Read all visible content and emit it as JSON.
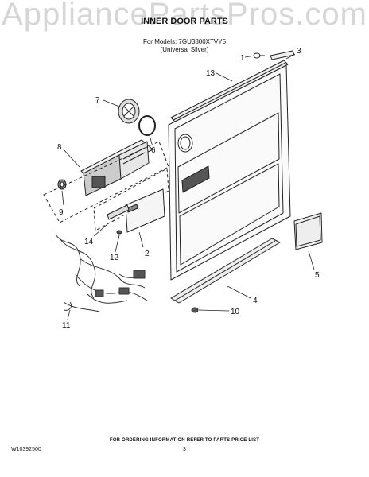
{
  "watermark": "AppliancePartsPros.com",
  "title": "INNER DOOR PARTS",
  "models_line1": "For Models: 7GU3800XTVY5",
  "models_line2": "(Universal Silver)",
  "callouts": [
    "1",
    "2",
    "3",
    "4",
    "5",
    "6",
    "7",
    "8",
    "9",
    "10",
    "11",
    "12",
    "13",
    "14"
  ],
  "footer_note": "FOR ORDERING INFORMATION REFER TO PARTS PRICE LIST",
  "doc_number": "W10392500",
  "page_number": "3"
}
